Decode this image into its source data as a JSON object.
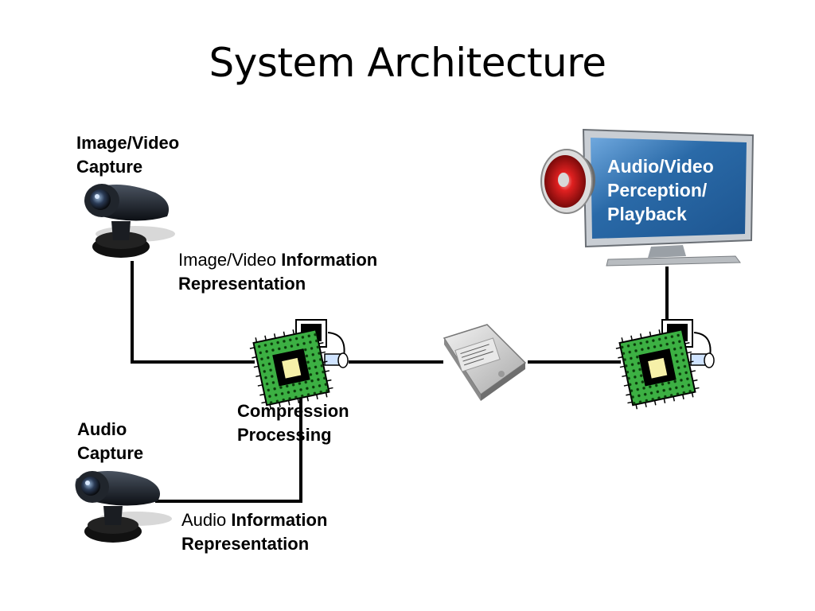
{
  "slide": {
    "title": "System Architecture"
  },
  "labels": {
    "image_capture": [
      "Image/Video",
      "Capture"
    ],
    "image_repr": {
      "line1_normal": "Image/Video ",
      "line1_bold": "Information",
      "line2": "Representation"
    },
    "compression": [
      "Compression",
      "Processing"
    ],
    "audio_capture": [
      "Audio",
      "Capture"
    ],
    "audio_repr": {
      "line1_normal": "Audio ",
      "line1_bold": "Information",
      "line2": "Representation"
    },
    "playback": [
      "Audio/Video",
      "Perception/",
      "Playback"
    ]
  },
  "icons": {
    "image_camera": "webcam-icon",
    "audio_camera": "webcam-icon",
    "compression_chip": "processor-chip-icon",
    "decoder_chip": "processor-chip-icon",
    "storage": "hard-drive-icon",
    "display": "monitor-icon",
    "speaker": "speaker-icon"
  },
  "colors": {
    "chip_green": "#3cb043",
    "screen_blue": "#2a6aa8",
    "speaker_red": "#c8181c",
    "line": "#000000"
  }
}
